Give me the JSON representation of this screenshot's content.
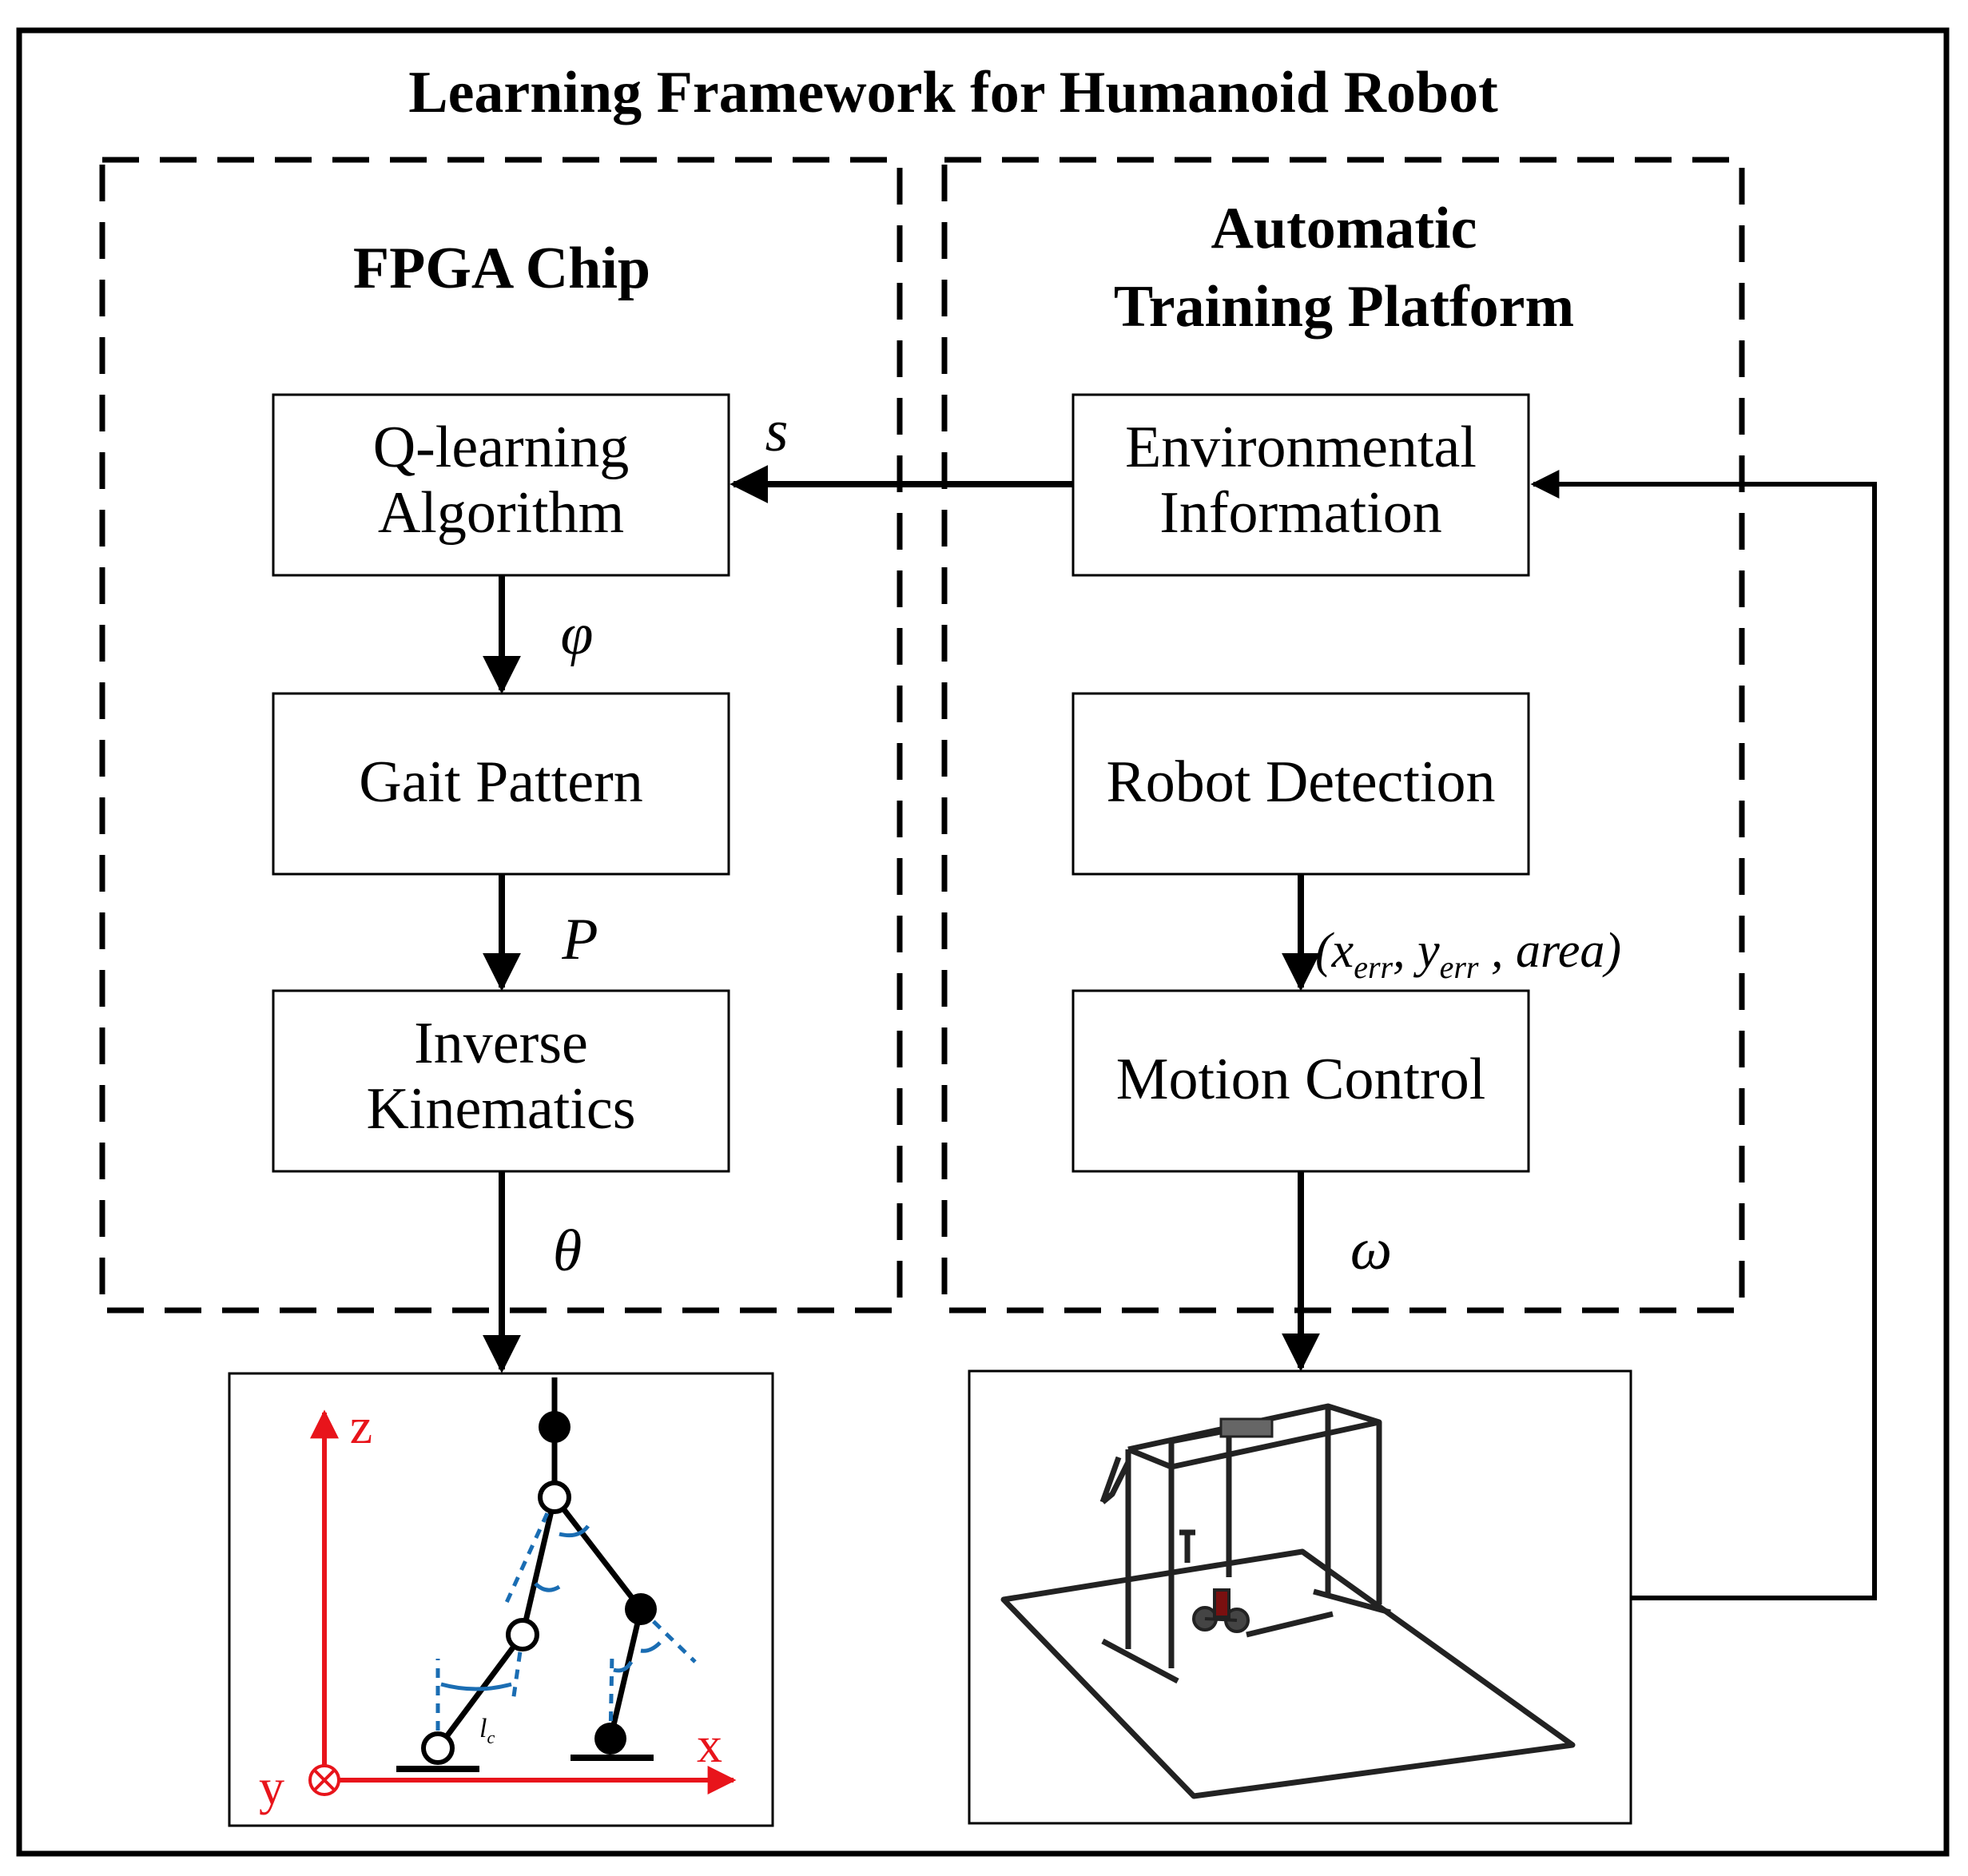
{
  "title": "Learning Framework for Humanoid Robot",
  "fpga": {
    "title": "FPGA Chip",
    "blocks": {
      "qlearning": [
        "Q-learning",
        "Algorithm"
      ],
      "gait": "Gait Pattern",
      "ik": [
        "Inverse",
        "Kinematics"
      ]
    },
    "signals": {
      "phi": "φ",
      "p": "P",
      "theta": "θ"
    }
  },
  "platform": {
    "title": [
      "Automatic",
      "Training Platform"
    ],
    "blocks": {
      "env": [
        "Environmental",
        "Information"
      ],
      "detect": "Robot Detection",
      "motion": "Motion Control"
    },
    "signals": {
      "s": "s",
      "omega": "ω",
      "feedback": {
        "open": "(",
        "x": "x",
        "x_sub": "err",
        "sep1": ", ",
        "y": "y",
        "y_sub": "err",
        "sep2": " , ",
        "area": "area",
        "close": ")"
      }
    }
  },
  "robot_axes": {
    "z": "z",
    "x": "x",
    "y": "y",
    "link_label": "l",
    "link_sub": "c"
  },
  "colors": {
    "axes": "#e8141b",
    "angles": "#1a6db3",
    "lines": "#000000"
  }
}
